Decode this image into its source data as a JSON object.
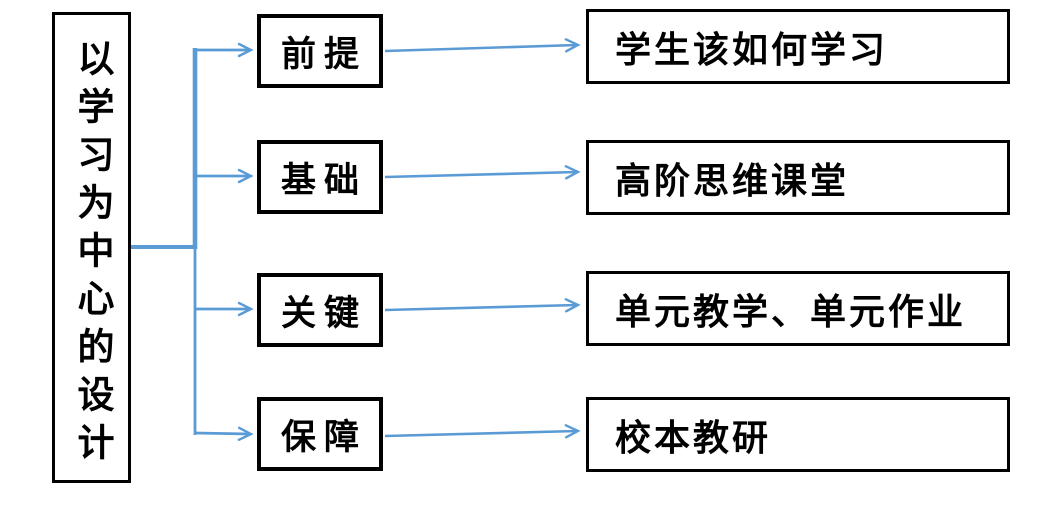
{
  "diagram": {
    "title": "learning-centered design flowchart",
    "root": {
      "label": "以学习为中心的设计"
    },
    "branches": [
      {
        "label": "前提",
        "target": "学生该如何学习"
      },
      {
        "label": "基础",
        "target": "高阶思维课堂"
      },
      {
        "label": "关键",
        "target": "单元教学、单元作业"
      },
      {
        "label": "保障",
        "target": "校本教研"
      }
    ],
    "colors": {
      "connector": "#5B9BD5",
      "box_border": "#000000",
      "box_fill": "#FFFFFF",
      "text": "#000000",
      "background": "#FFFFFF"
    }
  }
}
